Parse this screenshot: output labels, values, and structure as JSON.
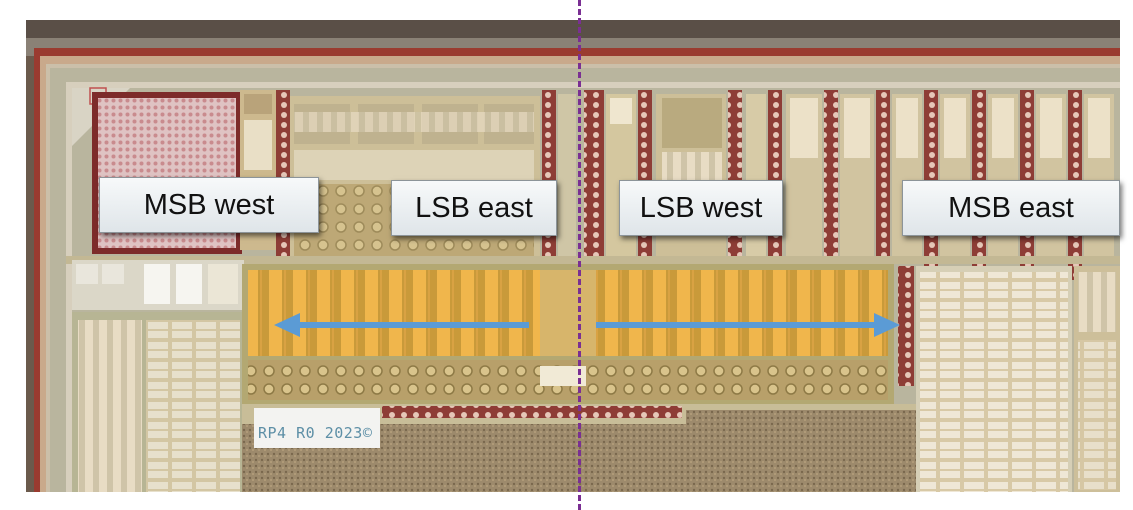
{
  "labels": {
    "msb_west": "MSB west",
    "lsb_east": "LSB east",
    "lsb_west": "LSB west",
    "msb_east": "MSB east"
  },
  "chip_marking": "RP4 R0 2023©",
  "colors": {
    "arrow": "#5b9bd5",
    "divider": "#7a2f93",
    "label_text": "#111111",
    "die_border": "#8a2c25",
    "capacitor_gold": "#e3ac48"
  },
  "icons": {
    "left_arrow": "arrow-left-icon",
    "right_arrow": "arrow-right-icon"
  }
}
